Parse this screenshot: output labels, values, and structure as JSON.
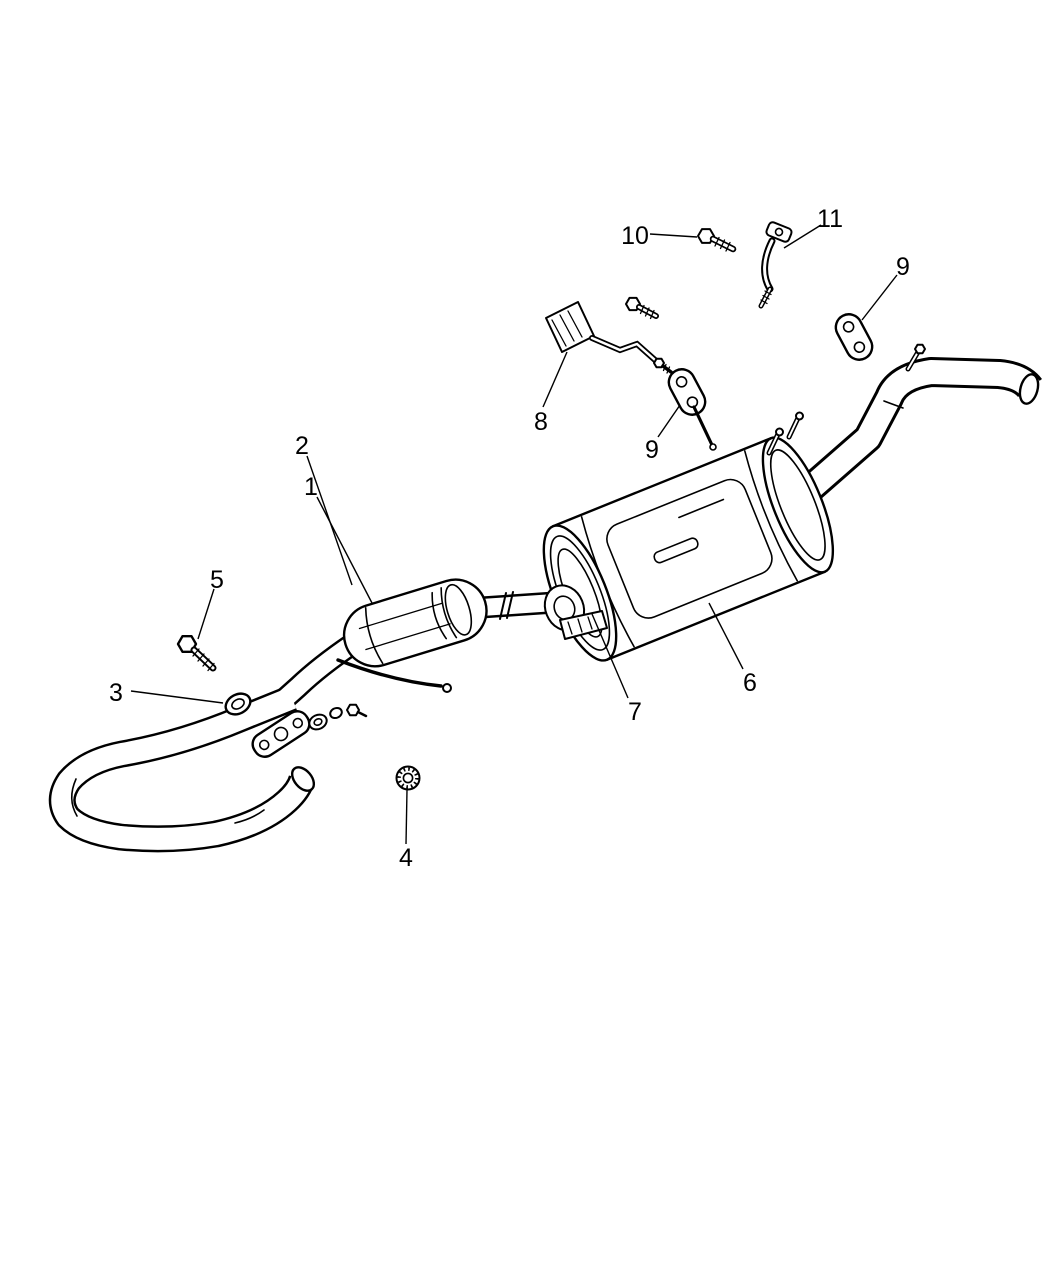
{
  "figure": {
    "background": "#ffffff",
    "line_color": "#000000",
    "callout_color": "#000000",
    "callouts": [
      {
        "label": "1"
      },
      {
        "label": "2"
      },
      {
        "label": "3"
      },
      {
        "label": "4"
      },
      {
        "label": "5"
      },
      {
        "label": "6"
      },
      {
        "label": "7"
      },
      {
        "label": "8"
      },
      {
        "label": "9"
      },
      {
        "label": "9"
      },
      {
        "label": "10"
      },
      {
        "label": "11"
      }
    ]
  }
}
